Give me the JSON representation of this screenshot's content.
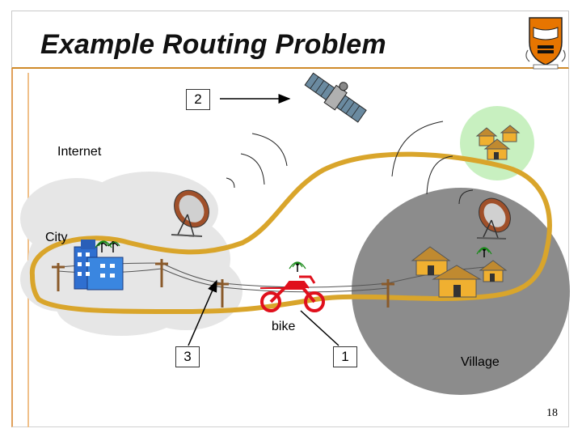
{
  "title": "Example Routing Problem",
  "labels": {
    "internet": "Internet",
    "city": "City",
    "bike": "bike",
    "village": "Village"
  },
  "route_markers": [
    "2",
    "3",
    "1"
  ],
  "page_number": "18",
  "colors": {
    "route_orange": "#d9a52b",
    "village_gray": "#8c8c8c",
    "cloud_gray": "#e6e6e6",
    "village_green": "#c8f0c0",
    "bike_red": "#e0101c",
    "princeton_orange": "#e77500"
  }
}
